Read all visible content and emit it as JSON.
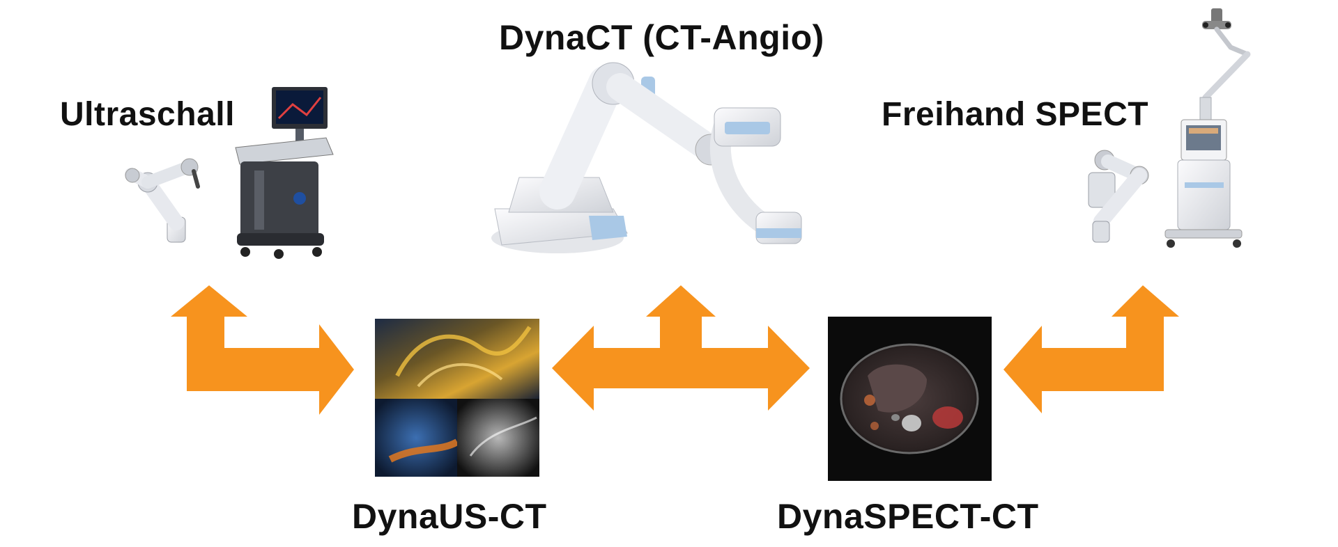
{
  "labels": {
    "ultraschall": "Ultraschall",
    "dynact": "DynaCT (CT-Angio)",
    "freihand_spect": "Freihand SPECT",
    "dynaus_ct": "DynaUS-CT",
    "dynaspect_ct": "DynaSPECT-CT"
  },
  "colors": {
    "arrow": "#f7931e",
    "text": "#111111",
    "device_white": "#ececf0",
    "device_blue": "#a9c8e6",
    "cart_dark": "#3d4046",
    "scan_black": "#0b0b0b"
  },
  "icons": {
    "ultrasound_device": "ultrasound-cart-icon",
    "robot_arm": "robot-arm-icon",
    "angio_system": "c-arm-angiography-icon",
    "spect_device": "freehand-spect-icon"
  }
}
